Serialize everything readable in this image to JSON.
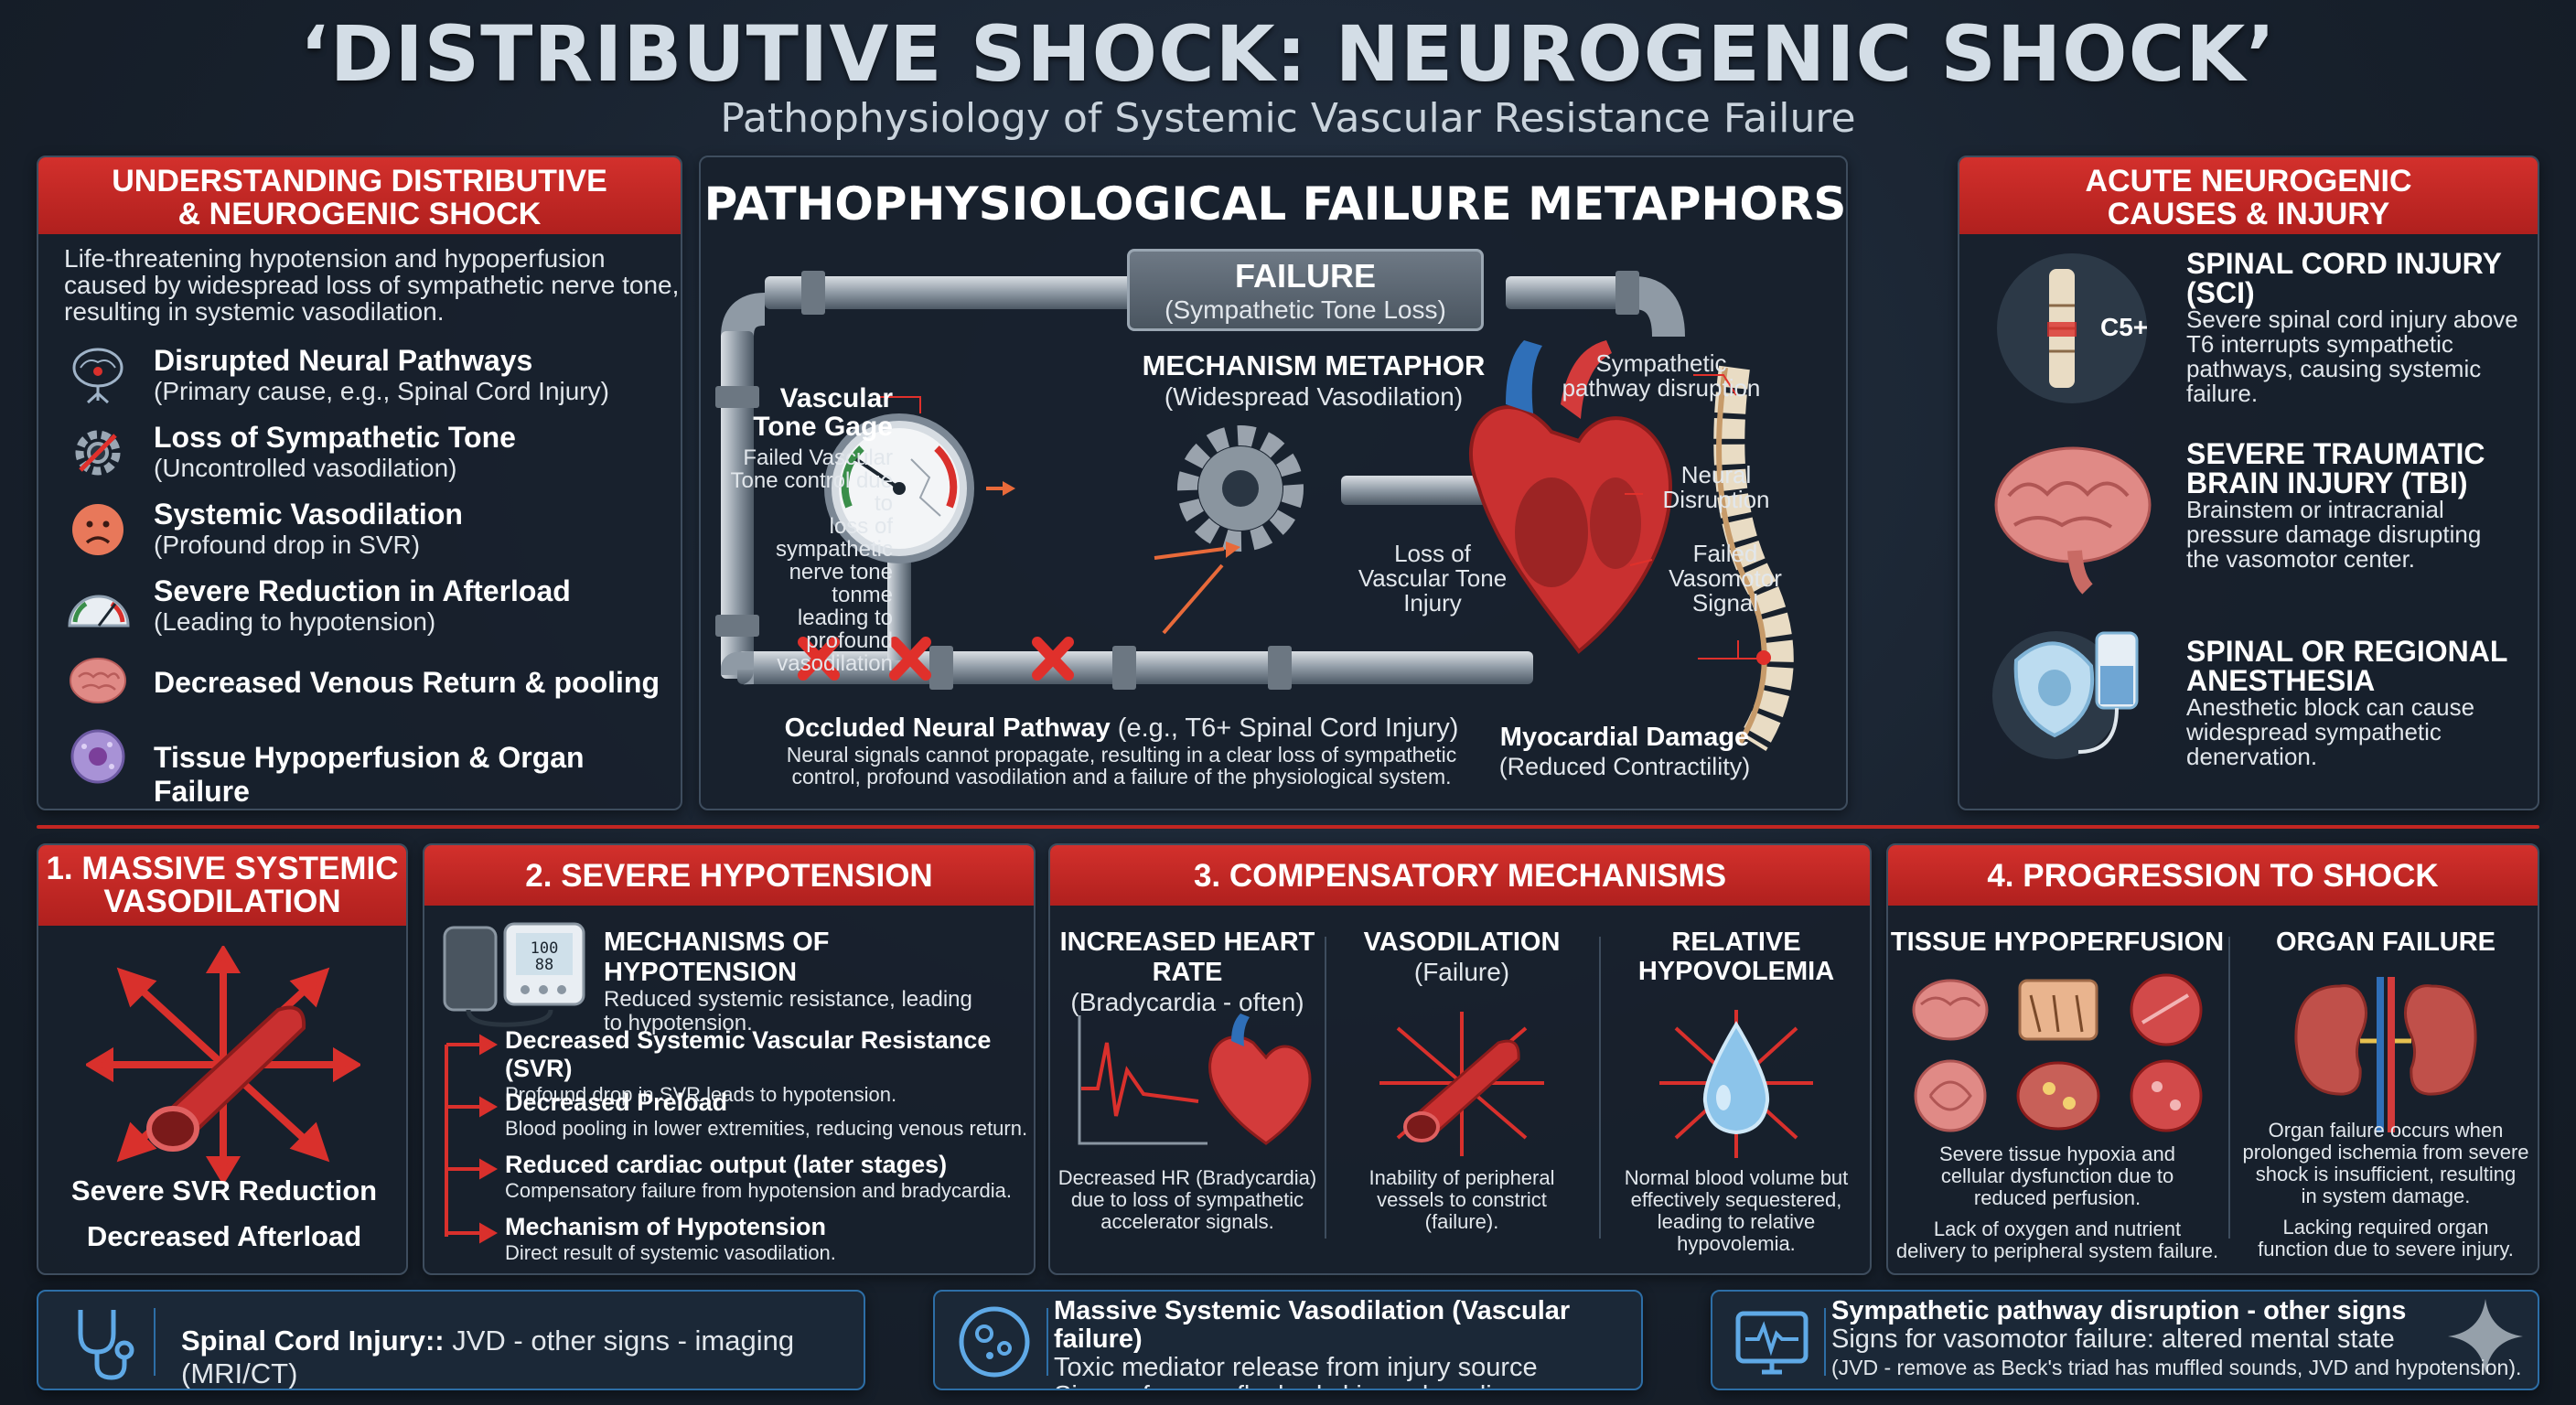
{
  "header": {
    "title": "‘DISTRIBUTIVE SHOCK: NEUROGENIC SHOCK’",
    "subtitle": "Pathophysiology of Systemic Vascular Resistance Failure"
  },
  "left_panel": {
    "heading_line1": "UNDERSTANDING DISTRIBUTIVE",
    "heading_line2": "& NEUROGENIC SHOCK",
    "intro_line1": "Life-threatening hypotension and hypoperfusion",
    "intro_line2": "caused by widespread loss of sympathetic nerve tone,",
    "intro_line3": "resulting in systemic vasodilation.",
    "items": [
      {
        "title": "Disrupted Neural Pathways",
        "sub": "(Primary cause, e.g., Spinal Cord Injury)",
        "icon": "brain-neuron-icon"
      },
      {
        "title": "Loss of Sympathetic Tone",
        "sub": "(Uncontrolled vasodilation)",
        "icon": "broken-gear-icon"
      },
      {
        "title": "Systemic Vasodilation",
        "sub": "(Profound drop in SVR)",
        "icon": "sad-face-icon"
      },
      {
        "title": "Severe Reduction in Afterload",
        "sub": "(Leading to hypotension)",
        "icon": "gauge-icon"
      },
      {
        "title": "Decreased Venous Return & pooling",
        "sub": "",
        "icon": "brain-icon"
      },
      {
        "title": "Tissue Hypoperfusion & Organ Failure",
        "sub": "",
        "icon": "cell-icon"
      }
    ]
  },
  "center_panel": {
    "heading": "PATHOPHYSIOLOGICAL FAILURE METAPHORS",
    "failure_label": "FAILURE",
    "failure_sub": "(Sympathetic Tone Loss)",
    "mechanism_label": "MECHANISM METAPHOR",
    "mechanism_sub": "(Widespread Vasodilation)",
    "gage_title_1": "Vascular",
    "gage_title_2": "Tone Gage",
    "gage_desc": [
      "Failed Vascular",
      "Tone control due to",
      "loss of sympathetic",
      "nerve tone tonme",
      "leading to",
      "profound vasodilation"
    ],
    "loss_label": [
      "Loss of",
      "Vascular Tone",
      "Injury"
    ],
    "symp_label": [
      "Sympathetic",
      "pathway disruption"
    ],
    "neural_label": [
      "Neural",
      "Disruption"
    ],
    "vasomotor_label": [
      "Failed",
      "Vasomotor",
      "Signal"
    ],
    "occluded_title": "Occluded Neural Pathway",
    "occluded_sub": " (e.g., T6+ Spinal Cord Injury)",
    "occluded_desc_1": "Neural signals cannot propagate, resulting in a clear loss of sympathetic",
    "occluded_desc_2": "control, profound vasodilation and a failure of the physiological system.",
    "myocardial_title": "Myocardial Damage",
    "myocardial_sub": "(Reduced Contractility)"
  },
  "right_panel": {
    "heading_line1": "ACUTE NEUROGENIC",
    "heading_line2": "CAUSES & INJURY",
    "c5_label": "C5+",
    "items": [
      {
        "title_1": "SPINAL CORD INJURY",
        "title_2": "(SCI)",
        "desc": [
          "Severe spinal cord injury above",
          "T6 interrupts sympathetic",
          "pathways, causing systemic",
          "failure."
        ]
      },
      {
        "title_1": "SEVERE TRAUMATIC",
        "title_2": "BRAIN INJURY (TBI)",
        "desc": [
          "Brainstem or intracranial",
          "pressure damage disrupting",
          "the vasomotor center."
        ]
      },
      {
        "title_1": "SPINAL OR REGIONAL",
        "title_2": "ANESTHESIA",
        "desc": [
          "Anesthetic block can cause",
          "widespread sympathetic",
          "denervation."
        ]
      }
    ]
  },
  "bottom": {
    "p1": {
      "heading_1": "1. MASSIVE SYSTEMIC",
      "heading_2": "VASODILATION",
      "line_1": "Severe SVR Reduction",
      "line_2": "Decreased Afterload"
    },
    "p2": {
      "heading": "2. SEVERE HYPOTENSION",
      "bp_readout_1": "100",
      "bp_readout_2": "88",
      "mech_title": "MECHANISMS OF HYPOTENSION",
      "mech_desc_1": "Reduced systemic resistance, leading",
      "mech_desc_2": "to hypotension.",
      "items": [
        {
          "title": "Decreased Systemic Vascular Resistance (SVR)",
          "desc": "Profound drop in SVR leads to hypotension."
        },
        {
          "title": "Decreased Preload",
          "desc": "Blood pooling in lower extremities, reducing venous return."
        },
        {
          "title": "Reduced cardiac output (later stages)",
          "desc": "Compensatory failure from hypotension and bradycardia."
        },
        {
          "title": "Mechanism of Hypotension",
          "desc": "Direct result of systemic vasodilation."
        }
      ]
    },
    "p3": {
      "heading": "3. COMPENSATORY MECHANISMS",
      "cols": [
        {
          "title_1": "INCREASED HEART RATE",
          "title_2": "(Bradycardia - often)",
          "desc": [
            "Decreased HR (Bradycardia)",
            "due to loss of sympathetic",
            "accelerator signals."
          ]
        },
        {
          "title_1": "VASODILATION",
          "title_2": "(Failure)",
          "desc": [
            "Inability of peripheral",
            "vessels to constrict",
            "(failure)."
          ]
        },
        {
          "title_1": "RELATIVE",
          "title_2": "HYPOVOLEMIA",
          "desc": [
            "Normal blood volume but",
            "effectively sequestered,",
            "leading to relative",
            "hypovolemia."
          ]
        }
      ]
    },
    "p4": {
      "heading": "4. PROGRESSION TO SHOCK",
      "cols": [
        {
          "title": "TISSUE HYPOPERFUSION",
          "desc": [
            "Severe tissue hypoxia and",
            "cellular dysfunction due to",
            "reduced perfusion."
          ],
          "desc2": [
            "Lack of oxygen and nutrient",
            "delivery to peripheral system failure."
          ]
        },
        {
          "title": "ORGAN FAILURE",
          "desc": [
            "Organ failure occurs when",
            "prolonged ischemia from severe",
            "shock is insufficient, resulting",
            "in system damage."
          ],
          "desc2": [
            "Lacking required organ",
            "function due to severe injury."
          ]
        }
      ]
    }
  },
  "footer": {
    "f1": {
      "bold": "Spinal Cord Injury::",
      "rest": " JVD - other signs - imaging (MRI/CT)"
    },
    "f2": {
      "line_1": "Massive Systemic Vasodilation (Vascular failure)",
      "line_2": "Toxic mediator release from injury source",
      "line_3": "Signs of warm, flushed skin and pooling"
    },
    "f3": {
      "line_1": "Sympathetic pathway disruption - other signs",
      "line_2": "Signs for vasomotor failure: altered mental state",
      "line_3": "(JVD - remove as Beck's triad has muffled sounds, JVD and hypotension)."
    }
  },
  "colors": {
    "accent_red": "#c8282a",
    "panel_bg": "#18212c",
    "border": "#3e4d5e",
    "vessel_red": "#c93030"
  }
}
